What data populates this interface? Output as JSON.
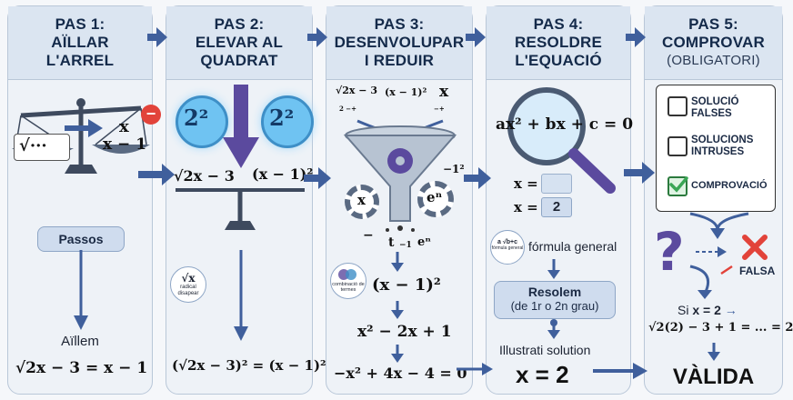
{
  "steps": [
    {
      "title_line1": "PAS 1:",
      "title_line2": "AÏLLAR",
      "title_line3": "L'ARREL"
    },
    {
      "title_line1": "PAS 2:",
      "title_line2": "ELEVAR AL",
      "title_line3": "QUADRAT"
    },
    {
      "title_line1": "PAS 3:",
      "title_line2": "DESENVOLUPAR",
      "title_line3": "I REDUIR"
    },
    {
      "title_line1": "PAS 4:",
      "title_line2": "RESOLDRE",
      "title_line3": "L'EQUACIÓ"
    },
    {
      "title_line1": "PAS 5:",
      "title_line2": "COMPROVAR",
      "title_line3": "(OBLIGATORI)"
    }
  ],
  "step1": {
    "scale_left": "√···",
    "scale_right_top": "x",
    "scale_right_bottom": "x − 1",
    "minus_badge": "−",
    "pill": "Passos",
    "caption": "Aïllem",
    "equation": "√2x − 3 = x − 1"
  },
  "step2": {
    "bulb_left": "2²",
    "bulb_right": "2²",
    "pan_left": "√2x − 3",
    "pan_right": "(x − 1)²",
    "radical_badge_symbol": "√x",
    "radical_badge_text": "radical disapear",
    "equation": "(√2x − 3)² = (x − 1)²"
  },
  "step3": {
    "in_sqrt": "√2x − 3",
    "in_sq": "(x − 1)²",
    "in_x": "x",
    "tiny_left": "2 −+",
    "tiny_right": "−+",
    "gear_x": "x",
    "gear_en": "eⁿ",
    "exp_minus": "−1²",
    "under_t": "t",
    "under_t_sub": "−1",
    "under_en": "eⁿ",
    "under_minus": "−",
    "combo_text": "combinació de termes",
    "line1": "(x − 1)²",
    "line2": "x² − 2x + 1",
    "line3": "−x² + 4x − 4 = 0"
  },
  "step4": {
    "quadratic": "ax² + bx + c = 0",
    "x_label1": "x =",
    "x_label2": "x =",
    "x_value": "2",
    "formula_icon": "a √b+c",
    "formula_icon_text": "fórmula general",
    "formula_label": "fórmula general",
    "resolem_title": "Resolem",
    "resolem_sub": "(de 1r o 2n grau)",
    "illustrated": "Illustrati solution",
    "result": "x = 2"
  },
  "step5": {
    "checks": [
      "SOLUCIÓ FALSES",
      "SOLUCIONS INTRUSES",
      "COMPROVACIÓ"
    ],
    "question": "?",
    "falsa": "FALSA",
    "si_prefix": "Si",
    "si_value": "x = 2",
    "check_eq": "√2(2) − 3 + 1 = ... = 2",
    "valid": "VÀLIDA"
  },
  "colors": {
    "arrow": "#3f5f9c",
    "purple": "#5b4a9e",
    "bulb": "#6fc3f2",
    "red": "#e2433a",
    "green": "#3aa655",
    "panel": "#eef2f7",
    "header": "#dbe5f1"
  }
}
